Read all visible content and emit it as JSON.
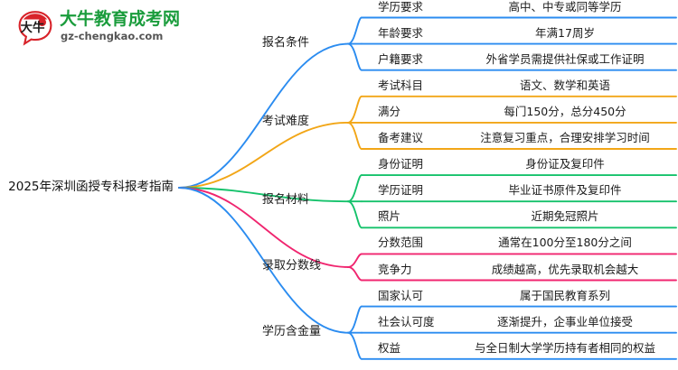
{
  "logo": {
    "mark_text": "大牛",
    "brand_cn": "大牛教育成考网",
    "brand_url": "gz-chengkao.com",
    "brand_color": "#1a9c3c",
    "mark_color": "#d8232a"
  },
  "mindmap": {
    "root": "2025年深圳函授专科报考指南",
    "branches": [
      {
        "label": "报名条件",
        "color": "#2b8cf0",
        "children": [
          {
            "label": "学历要求",
            "value": "高中、中专或同等学历"
          },
          {
            "label": "年龄要求",
            "value": "年满17周岁"
          },
          {
            "label": "户籍要求",
            "value": "外省学员需提供社保或工作证明"
          }
        ]
      },
      {
        "label": "考试难度",
        "color": "#f2a617",
        "children": [
          {
            "label": "考试科目",
            "value": "语文、数学和英语"
          },
          {
            "label": "满分",
            "value": "每门150分，总分450分"
          },
          {
            "label": "备考建议",
            "value": "注意复习重点，合理安排学习时间"
          }
        ]
      },
      {
        "label": "报名材料",
        "color": "#15c26b",
        "children": [
          {
            "label": "身份证明",
            "value": "身份证及复印件"
          },
          {
            "label": "学历证明",
            "value": "毕业证书原件及复印件"
          },
          {
            "label": "照片",
            "value": "近期免冠照片"
          }
        ]
      },
      {
        "label": "录取分数线",
        "color": "#f0256f",
        "children": [
          {
            "label": "分数范围",
            "value": "通常在100分至180分之间"
          },
          {
            "label": "竞争力",
            "value": "成绩越高，优先录取机会越大"
          }
        ]
      },
      {
        "label": "学历含金量",
        "color": "#2b8cf0",
        "children": [
          {
            "label": "国家认可",
            "value": "属于国民教育系列"
          },
          {
            "label": "社会认可度",
            "value": "逐渐提升，企事业单位接受"
          },
          {
            "label": "权益",
            "value": "与全日制大学学历持有者相同的权益"
          }
        ]
      }
    ]
  }
}
